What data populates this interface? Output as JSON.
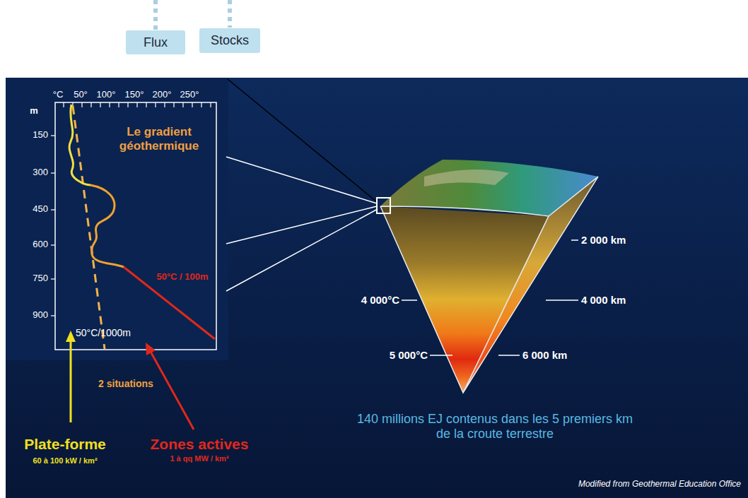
{
  "diagram": {
    "nodes": [
      {
        "text": [
          "Flux"
        ]
      },
      {
        "text": [
          "Stocks"
        ]
      }
    ],
    "labels": [
      "°C",
      "50°",
      "100°",
      "150°",
      "200°",
      "250°",
      "m",
      "150",
      "300",
      "450",
      "600",
      "750",
      "900",
      "Le gradient géothermique",
      "50°C / 100m",
      "50°C/1000m",
      "2 situations",
      "Plate-forme",
      "60 à 100 kW / km²",
      "Zones actives",
      "1 à qq MW / km²",
      "2 000 km",
      "4 000 km",
      "6 000 km",
      "4 000°C",
      "5 000°C",
      "140 millions EJ contenus dans les 5 premiers km de la croute terrestre",
      "Modified from Geothermal Education Office"
    ]
  }
}
